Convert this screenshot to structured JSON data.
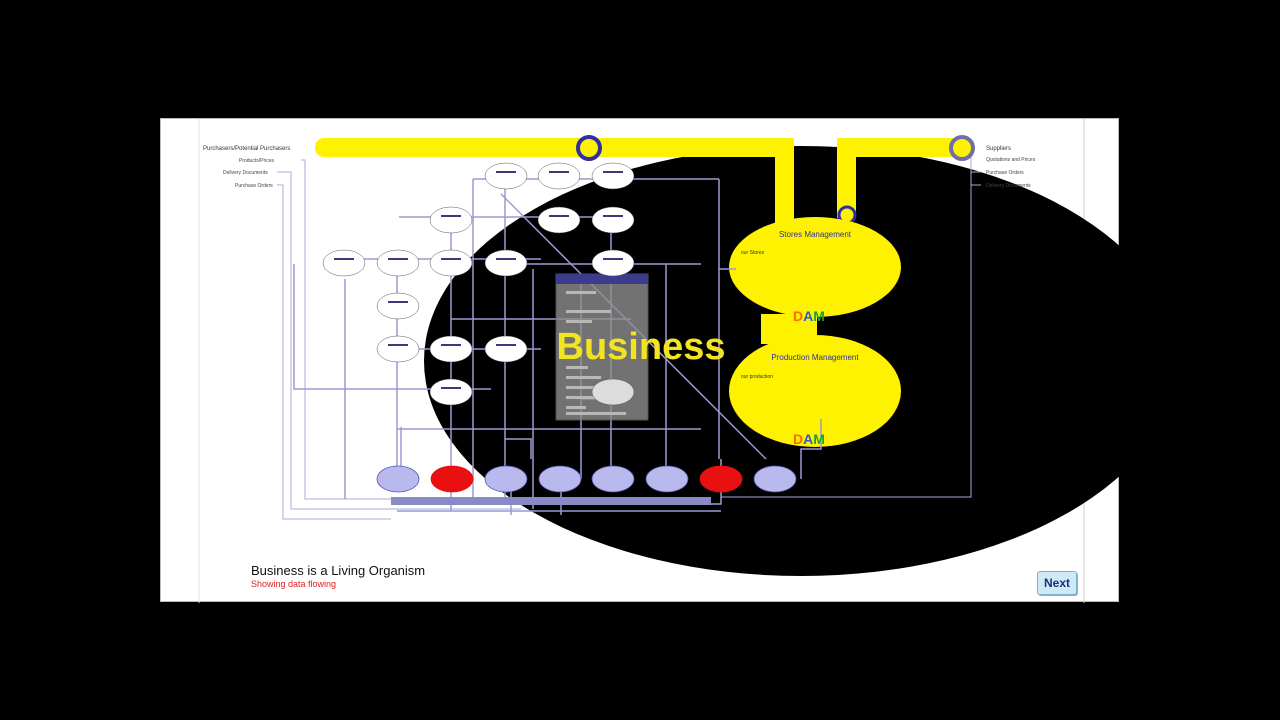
{
  "slide": {
    "title": "Business is a Living Organism",
    "subtitle": "Showing data flowing",
    "next_label": "Next"
  },
  "diagram": {
    "center_label": "Business",
    "left_header": "Purchasers/Potential Purchasers",
    "left_items": [
      "Products/Prices",
      "Delivery Documents",
      "Purchase Orders"
    ],
    "right_header": "Suppliers",
    "right_items": [
      "Quotations and Prices",
      "Purchase Orders",
      "Delivery Documents"
    ],
    "stores": {
      "title": "Stores Management",
      "note": "our Stores",
      "badge": [
        "D",
        "A",
        "M"
      ]
    },
    "production": {
      "title": "Production Management",
      "note": "our production",
      "badge": [
        "D",
        "A",
        "M"
      ]
    },
    "colors": {
      "pipe": "#fff200",
      "ring": "#2f2fa0",
      "badge_d": "#ff6a00",
      "badge_a": "#2a5ad6",
      "badge_m": "#1aa23a",
      "node_active": "#e81010",
      "node_pale": "#b9b9ee",
      "flow_line": "#9a9ad4"
    }
  }
}
